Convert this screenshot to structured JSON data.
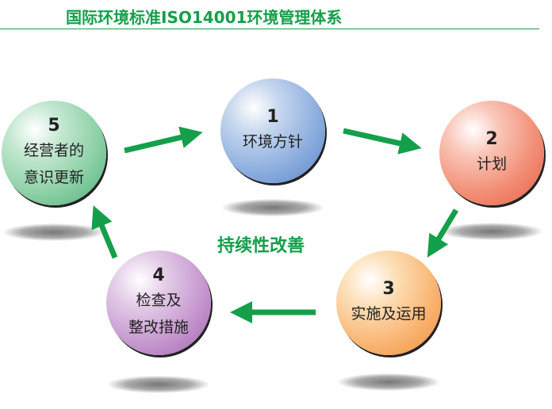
{
  "title": "国际环境标准ISO14001环境管理体系",
  "center_label": "持续性改善",
  "accent_color": "#14a04a",
  "steps": [
    {
      "num": "1",
      "line1": "环境方针",
      "line2": ""
    },
    {
      "num": "2",
      "line1": "计划",
      "line2": ""
    },
    {
      "num": "3",
      "line1": "实施及运用",
      "line2": ""
    },
    {
      "num": "4",
      "line1": "检查及",
      "line2": "整改措施"
    },
    {
      "num": "5",
      "line1": "经营者的",
      "line2": "意识更新"
    }
  ]
}
